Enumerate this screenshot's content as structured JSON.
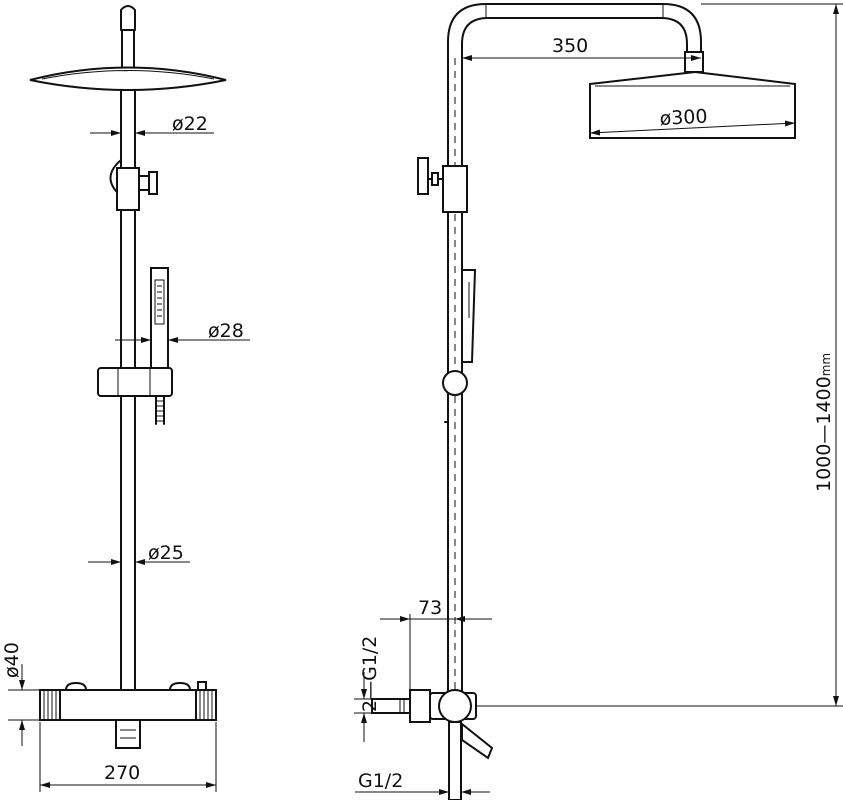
{
  "front_view": {
    "dim_arm_diameter": "ø22",
    "dim_handshower_diameter": "ø28",
    "dim_riser_diameter": "ø25",
    "dim_body_diameter": "ø40",
    "dim_width": "270"
  },
  "side_view": {
    "dim_arm_reach": "350",
    "dim_head_diameter": "ø300",
    "dim_height_range": "1000—1400",
    "dim_height_unit": "mm",
    "dim_wall_offset": "73",
    "dim_inlet_thread": "2—G1/2",
    "dim_outlet_thread": "G1/2"
  }
}
